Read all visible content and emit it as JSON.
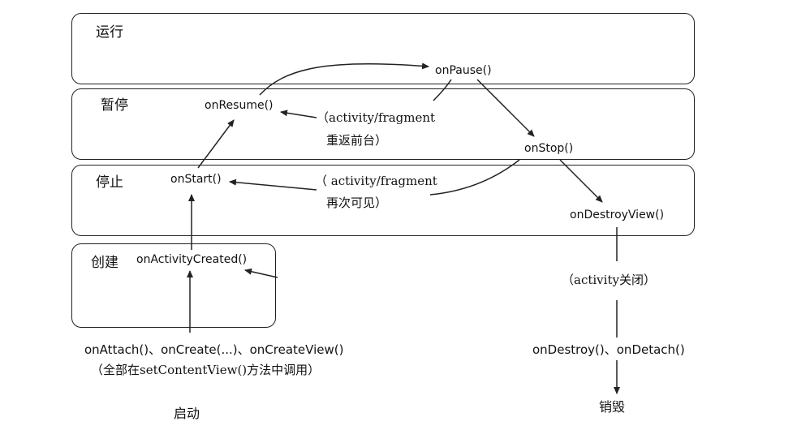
{
  "states": {
    "running": "运行",
    "paused": "暂停",
    "stopped": "停止",
    "created": "创建"
  },
  "methods": {
    "on_pause": "onPause()",
    "on_resume": "onResume()",
    "on_stop": "onStop()",
    "on_start": "onStart()",
    "on_destroy_view": "onDestroyView()",
    "on_activity_created": "onActivityCreated()",
    "startup_calls": "onAttach()、onCreate(...)、onCreateView()",
    "shutdown_calls": "onDestroy()、onDetach()"
  },
  "notes": {
    "resume_line1": "（activity/fragment",
    "resume_line2": "重返前台）",
    "restart_line1": "（ activity/fragment",
    "restart_line2": "再次可见）",
    "activity_closed": "（activity关闭）",
    "startup_note": "（全部在setContentView()方法中调用）"
  },
  "endpoints": {
    "start": "启动",
    "destroy": "销毁"
  },
  "colors": {
    "stroke": "#222222",
    "text": "#111111",
    "background": "#ffffff"
  }
}
